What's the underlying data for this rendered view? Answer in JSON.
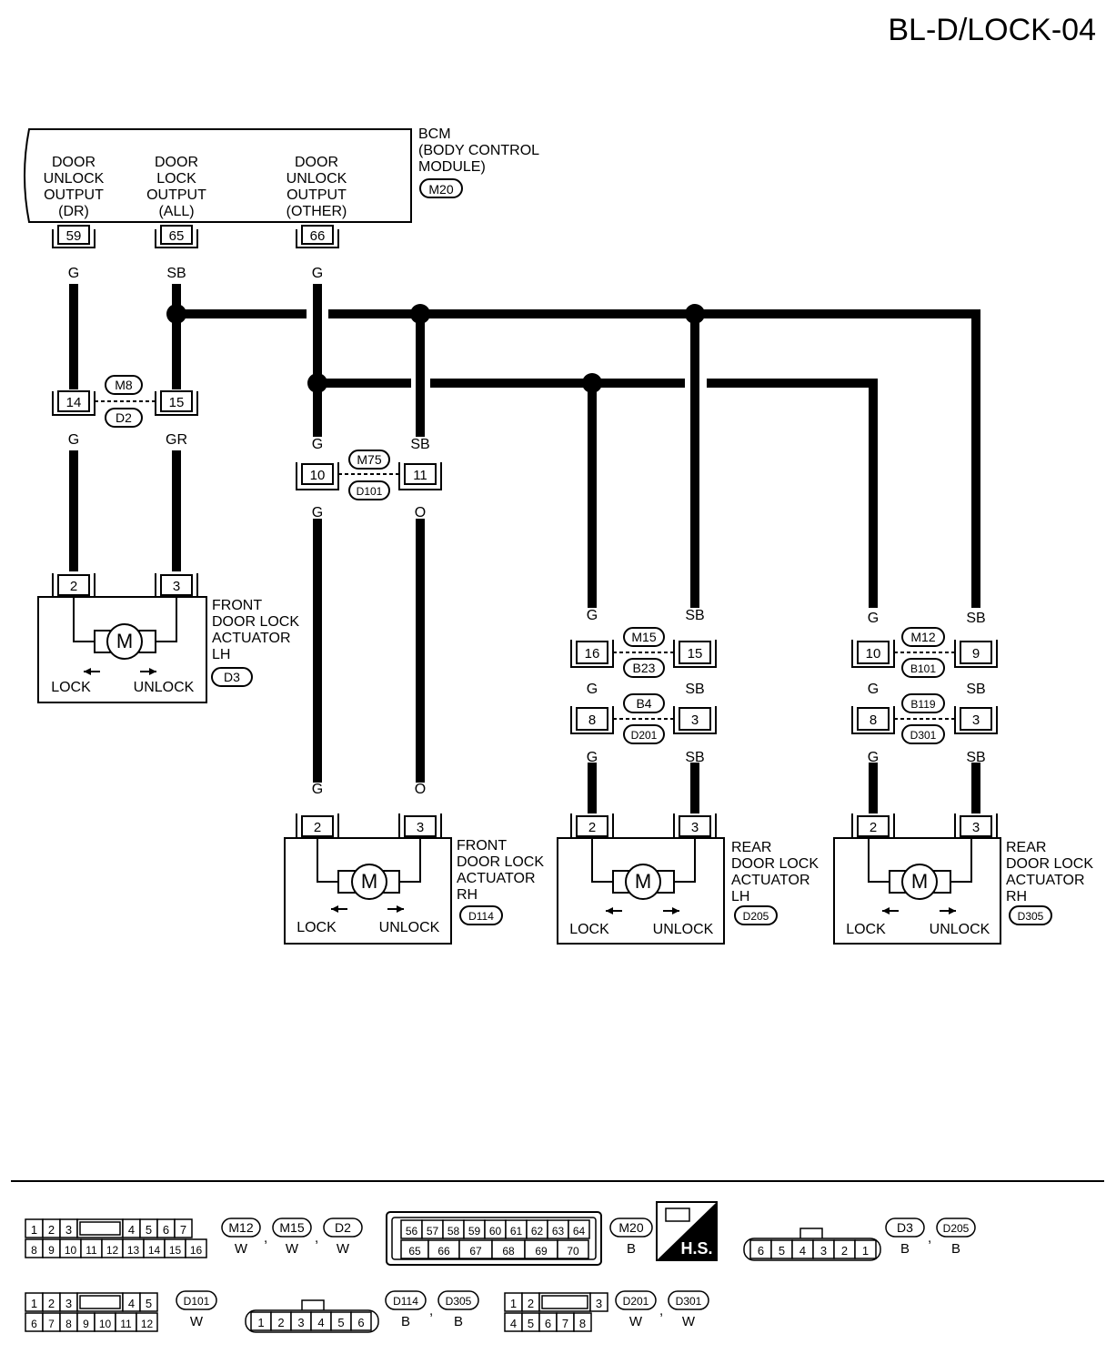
{
  "title": "BL-D/LOCK-04",
  "bcm": {
    "name_lines": [
      "BCM",
      "(BODY CONTROL",
      "MODULE)"
    ],
    "connector": "M20",
    "outputs": [
      {
        "lines": [
          "DOOR",
          "UNLOCK",
          "OUTPUT",
          "(DR)"
        ],
        "pin": "59",
        "color": "G"
      },
      {
        "lines": [
          "DOOR",
          "LOCK",
          "OUTPUT",
          "(ALL)"
        ],
        "pin": "65",
        "color": "SB"
      },
      {
        "lines": [
          "DOOR",
          "UNLOCK",
          "OUTPUT",
          "(OTHER)"
        ],
        "pin": "66",
        "color": "G"
      }
    ]
  },
  "joints": [
    {
      "top": "M8",
      "bottom": "D2",
      "left_pin": "14",
      "right_pin": "15",
      "left_in": "G",
      "right_in": "",
      "left_out": "G",
      "right_out": "GR"
    },
    {
      "top": "M75",
      "bottom": "D101",
      "left_pin": "10",
      "right_pin": "11",
      "left_in": "G",
      "right_in": "SB",
      "left_out": "G",
      "right_out": "O"
    },
    {
      "top": "M15",
      "bottom": "B23",
      "left_pin": "16",
      "right_pin": "15",
      "left_in": "G",
      "right_in": "SB",
      "left_out": "G",
      "right_out": "SB"
    },
    {
      "top": "B4",
      "bottom": "D201",
      "left_pin": "8",
      "right_pin": "3",
      "left_in": "",
      "right_in": "",
      "left_out": "G",
      "right_out": "SB"
    },
    {
      "top": "M12",
      "bottom": "B101",
      "left_pin": "10",
      "right_pin": "9",
      "left_in": "G",
      "right_in": "SB",
      "left_out": "G",
      "right_out": "SB"
    },
    {
      "top": "B119",
      "bottom": "D301",
      "left_pin": "8",
      "right_pin": "3",
      "left_in": "",
      "right_in": "",
      "left_out": "G",
      "right_out": "SB"
    }
  ],
  "actuators": [
    {
      "lines": [
        "FRONT",
        "DOOR LOCK",
        "ACTUATOR",
        "LH"
      ],
      "connector": "D3",
      "pin_left": "2",
      "pin_right": "3",
      "lock": "LOCK",
      "unlock": "UNLOCK",
      "motor": "M",
      "wire_left": "",
      "wire_right": ""
    },
    {
      "lines": [
        "FRONT",
        "DOOR LOCK",
        "ACTUATOR",
        "RH"
      ],
      "connector": "D114",
      "pin_left": "2",
      "pin_right": "3",
      "lock": "LOCK",
      "unlock": "UNLOCK",
      "motor": "M",
      "wire_left": "G",
      "wire_right": "O"
    },
    {
      "lines": [
        "REAR",
        "DOOR LOCK",
        "ACTUATOR",
        "LH"
      ],
      "connector": "D205",
      "pin_left": "2",
      "pin_right": "3",
      "lock": "LOCK",
      "unlock": "UNLOCK",
      "motor": "M",
      "wire_left": "",
      "wire_right": ""
    },
    {
      "lines": [
        "REAR",
        "DOOR LOCK",
        "ACTUATOR",
        "RH"
      ],
      "connector": "D305",
      "pin_left": "2",
      "pin_right": "3",
      "lock": "LOCK",
      "unlock": "UNLOCK",
      "motor": "M",
      "wire_left": "",
      "wire_right": ""
    }
  ],
  "legend": {
    "c1": {
      "row1": [
        "1",
        "2",
        "3",
        "",
        "4",
        "5",
        "6",
        "7"
      ],
      "row2": [
        "8",
        "9",
        "10",
        "11",
        "12",
        "13",
        "14",
        "15",
        "16"
      ],
      "ids": [
        "M12",
        "M15",
        "D2"
      ],
      "colors": [
        "W",
        "W",
        "W"
      ]
    },
    "c2": {
      "row1": [
        "56",
        "57",
        "58",
        "59",
        "60",
        "61",
        "62",
        "63",
        "64"
      ],
      "row2": [
        "65",
        "66",
        "67",
        "68",
        "69",
        "70"
      ],
      "ids": [
        "M20"
      ],
      "colors": [
        "B"
      ]
    },
    "hs": "H.S.",
    "c3": {
      "row": [
        "6",
        "5",
        "4",
        "3",
        "2",
        "1"
      ],
      "ids": [
        "D3",
        "D205"
      ],
      "colors": [
        "B",
        "B"
      ]
    },
    "c4": {
      "row1": [
        "1",
        "2",
        "3",
        "",
        "4",
        "5"
      ],
      "row2": [
        "6",
        "7",
        "8",
        "9",
        "10",
        "11",
        "12"
      ],
      "ids": [
        "D101"
      ],
      "colors": [
        "W"
      ]
    },
    "c5": {
      "row": [
        "1",
        "2",
        "3",
        "4",
        "5",
        "6"
      ],
      "ids": [
        "D114",
        "D305"
      ],
      "colors": [
        "B",
        "B"
      ]
    },
    "c6": {
      "row1": [
        "1",
        "2",
        "",
        "3"
      ],
      "row2": [
        "4",
        "5",
        "6",
        "7",
        "8"
      ],
      "ids": [
        "D201",
        "D301"
      ],
      "colors": [
        "W",
        "W"
      ]
    }
  }
}
